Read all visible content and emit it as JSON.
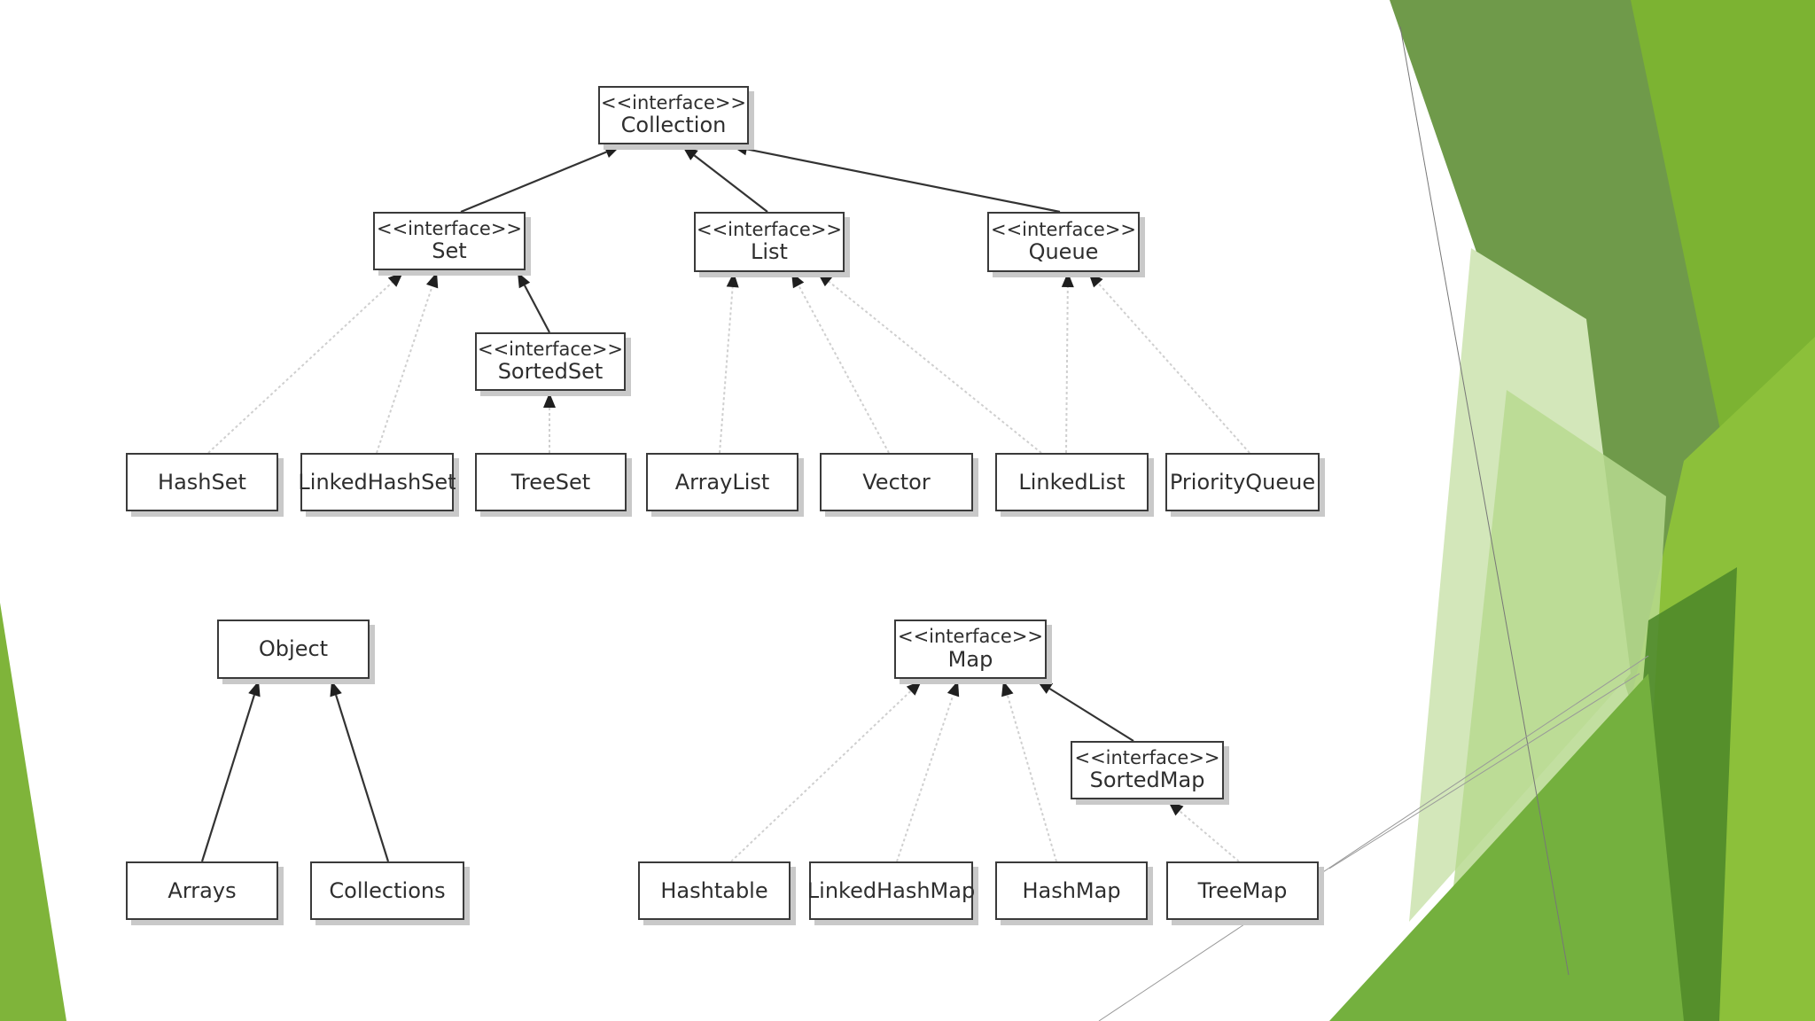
{
  "diagram": {
    "colors": {
      "box_border": "#3a3a3a",
      "box_shadow": "#c9c9c9",
      "inheritance_line": "#333333",
      "implementation_line": "#cfcfcf",
      "accent_dark_green": "#5e8f3e",
      "accent_green": "#7dba2f",
      "accent_light_green": "#b7d98f"
    },
    "nodes": {
      "collection": {
        "stereotype": "<<interface>>",
        "name": "Collection"
      },
      "set": {
        "stereotype": "<<interface>>",
        "name": "Set"
      },
      "list": {
        "stereotype": "<<interface>>",
        "name": "List"
      },
      "queue": {
        "stereotype": "<<interface>>",
        "name": "Queue"
      },
      "sortedset": {
        "stereotype": "<<interface>>",
        "name": "SortedSet"
      },
      "hashset": {
        "name": "HashSet"
      },
      "linkedhashset": {
        "name": "LinkedHashSet"
      },
      "treeset": {
        "name": "TreeSet"
      },
      "arraylist": {
        "name": "ArrayList"
      },
      "vector": {
        "name": "Vector"
      },
      "linkedlist": {
        "name": "LinkedList"
      },
      "priorityqueue": {
        "name": "PriorityQueue"
      },
      "object": {
        "name": "Object"
      },
      "arrays": {
        "name": "Arrays"
      },
      "collections": {
        "name": "Collections"
      },
      "map": {
        "stereotype": "<<interface>>",
        "name": "Map"
      },
      "sortedmap": {
        "stereotype": "<<interface>>",
        "name": "SortedMap"
      },
      "hashtable": {
        "name": "Hashtable"
      },
      "linkedhashmap": {
        "name": "LinkedHashMap"
      },
      "hashmap": {
        "name": "HashMap"
      },
      "treemap": {
        "name": "TreeMap"
      }
    },
    "edges": [
      {
        "from": "set",
        "to": "collection",
        "kind": "extends"
      },
      {
        "from": "list",
        "to": "collection",
        "kind": "extends"
      },
      {
        "from": "queue",
        "to": "collection",
        "kind": "extends"
      },
      {
        "from": "sortedset",
        "to": "set",
        "kind": "extends"
      },
      {
        "from": "hashset",
        "to": "set",
        "kind": "implements"
      },
      {
        "from": "linkedhashset",
        "to": "set",
        "kind": "implements"
      },
      {
        "from": "treeset",
        "to": "sortedset",
        "kind": "implements"
      },
      {
        "from": "arraylist",
        "to": "list",
        "kind": "implements"
      },
      {
        "from": "vector",
        "to": "list",
        "kind": "implements"
      },
      {
        "from": "linkedlist",
        "to": "list",
        "kind": "implements"
      },
      {
        "from": "linkedlist",
        "to": "queue",
        "kind": "implements"
      },
      {
        "from": "priorityqueue",
        "to": "queue",
        "kind": "implements"
      },
      {
        "from": "arrays",
        "to": "object",
        "kind": "extends"
      },
      {
        "from": "collections",
        "to": "object",
        "kind": "extends"
      },
      {
        "from": "sortedmap",
        "to": "map",
        "kind": "extends"
      },
      {
        "from": "hashtable",
        "to": "map",
        "kind": "implements"
      },
      {
        "from": "linkedhashmap",
        "to": "map",
        "kind": "implements"
      },
      {
        "from": "hashmap",
        "to": "map",
        "kind": "implements"
      },
      {
        "from": "treemap",
        "to": "sortedmap",
        "kind": "implements"
      }
    ]
  }
}
